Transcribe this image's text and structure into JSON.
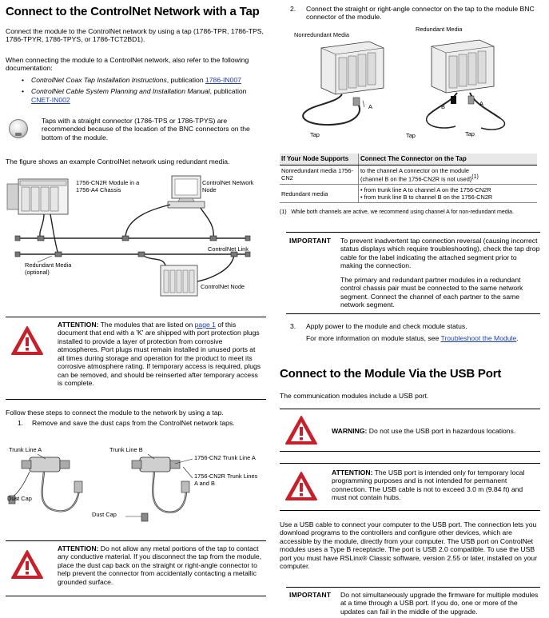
{
  "left": {
    "title": "Connect to the ControlNet Network with a Tap",
    "intro": "Connect the module to the ControlNet network by using a tap (1786-TPR, 1786-TPS, 1786-TPYR, 1786-TPYS, or 1786-TCT2BD1).",
    "docs_intro": "When connecting the module to a ControlNet network, also refer to the following documentation:",
    "doc1_title": "ControlNet Coax Tap Installation Instructions",
    "doc1_pub": ", publication ",
    "doc1_link": "1786-IN007",
    "doc2_title": "ControlNet Cable System Planning and Installation Manual",
    "doc2_pub": ", publication",
    "doc2_link": "CNET-IN002",
    "tip": "Taps with a straight connector (1786-TPS or 1786-TPYS) are recommended because of the location of the BNC connectors on the bottom of the module.",
    "figure_intro": "The figure shows an example ControlNet network using redundant media.",
    "fig1": {
      "module_label": "1756-CN2R Module in a 1756-A4 Chassis",
      "node_label_1": "ControlNet Network Node",
      "link_label": "ControlNet Link",
      "redundant_label": "Redundant Media (optional)",
      "node_label_2": "ControlNet Node"
    },
    "attention1_head": "ATTENTION:",
    "attention1_pre": " The modules that are listed on ",
    "attention1_link": "page 1",
    "attention1_post": " of this document that end with a 'K' are shipped with port protection plugs installed to provide a layer of protection from corrosive atmospheres. Port plugs must remain installed in unused ports at all times during storage and operation for the product to meet its corrosive atmosphere rating. If temporary access is required, plugs can be removed, and should be reinserted after temporary access is complete.",
    "steps_intro": "Follow these steps to connect the module to the network by using a tap.",
    "step1_num": "1.",
    "step1_text": "Remove and save the dust caps from the ControlNet network taps.",
    "fig2": {
      "trunk_a": "Trunk Line A",
      "trunk_b": "Trunk Line B",
      "cn2_trunk_a": "1756-CN2 Trunk Line A",
      "cn2_trunk_ab": "1756-CN2R Trunk Lines A and B",
      "dust_cap_1": "Dust Cap",
      "dust_cap_2": "Dust Cap"
    },
    "attention2_head": "ATTENTION:",
    "attention2_text": " Do not allow any metal portions of the tap to contact any conductive material. If you disconnect the tap from the module, place the dust cap back on the straight or right-angle connector to help prevent the connector from accidentally contacting a metallic grounded surface."
  },
  "right": {
    "step2_num": "2.",
    "step2_text": "Connect the straight or right-angle connector on the tap to the module BNC connector of the module.",
    "fig3": {
      "nonredundant": "Nonredundant Media",
      "redundant": "Redundant Media",
      "a1": "A",
      "tap1": "Tap",
      "b": "B",
      "a2": "A",
      "tap2": "Tap",
      "tap3": "Tap"
    },
    "table": {
      "headers": [
        "If Your Node Supports",
        "Connect The Connector on the Tap"
      ],
      "rows": [
        {
          "col1": "Nonredundant media 1756-CN2",
          "col2_line1": "to the channel A connector on the module",
          "col2_line2": "(channel B on the 1756-CN2R is not used)",
          "col2_sup": "(1)"
        },
        {
          "col1": "Redundant media",
          "col2_line1": "•   from trunk line A to channel A on the 1756-CN2R",
          "col2_line2": "•   from trunk line B to channel B on the 1756-CN2R",
          "col2_sup": ""
        }
      ],
      "footnote_num": "(1)",
      "footnote": "While both channels are active, we recommend using channel A for non-redundant media."
    },
    "important1_label": "IMPORTANT",
    "important1_p1": "To prevent inadvertent tap connection reversal (causing incorrect status displays which require troubleshooting), check the tap drop cable for the label indicating the attached segment prior to making the connection.",
    "important1_p2": "The primary and redundant partner modules in a redundant control chassis pair must be connected to the same network segment. Connect the channel of each partner to the same network segment.",
    "step3_num": "3.",
    "step3_text": "Apply power to the module and check module status.",
    "step3_more": "For more information on module status, see ",
    "step3_link": "Troubleshoot the Module",
    "step3_end": ".",
    "title2": "Connect to the Module Via the USB Port",
    "usb_intro": "The communication modules include a USB port.",
    "warning_head": "WARNING:",
    "warning_text": " Do not use the USB port in hazardous locations.",
    "attention3_head": "ATTENTION:",
    "attention3_text": " The USB port is intended only for temporary local programming purposes and is not intended for permanent connection. The USB cable is not to exceed 3.0 m (9.84 ft) and must not contain hubs.",
    "usb_body": "Use a USB cable to connect your computer to the USB port. The connection lets you download programs to the controllers and configure other devices, which are accessible by the module, directly from your computer. The USB port on ControlNet modules uses a Type B receptacle. The port is USB 2.0 compatible. To use the USB port you must have RSLinx® Classic software, version 2.55 or later, installed on your computer.",
    "important2_label": "IMPORTANT",
    "important2_text": "Do not simultaneously upgrade the firmware for multiple modules at a time through a USB port. If you do, one or more of the updates can fail in the middle of the upgrade."
  },
  "colors": {
    "warning_red": "#c8202a",
    "link_blue": "#1a3fb0",
    "table_header_bg": "#e8e8e8"
  },
  "icons": [
    "tip-lightbulb-icon",
    "attention-triangle-icon",
    "warning-triangle-icon"
  ]
}
